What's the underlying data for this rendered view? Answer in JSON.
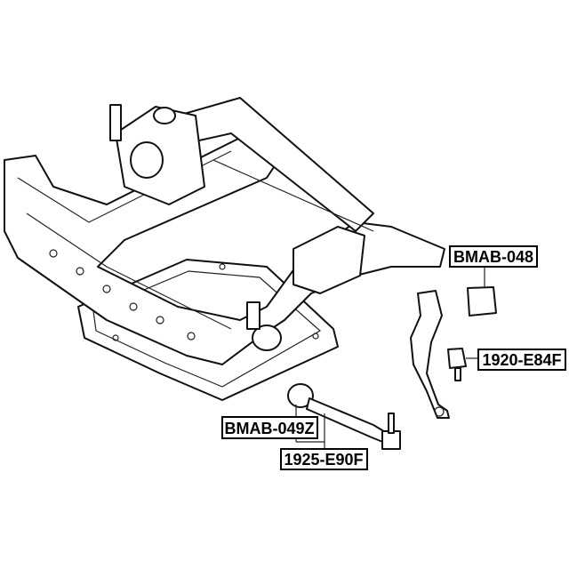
{
  "labels": {
    "bushing_upper": "BMAB-048",
    "ball_joint": "1920-E84F",
    "bushing_lower": "BMAB-049Z",
    "control_arm": "1925-E90F"
  }
}
